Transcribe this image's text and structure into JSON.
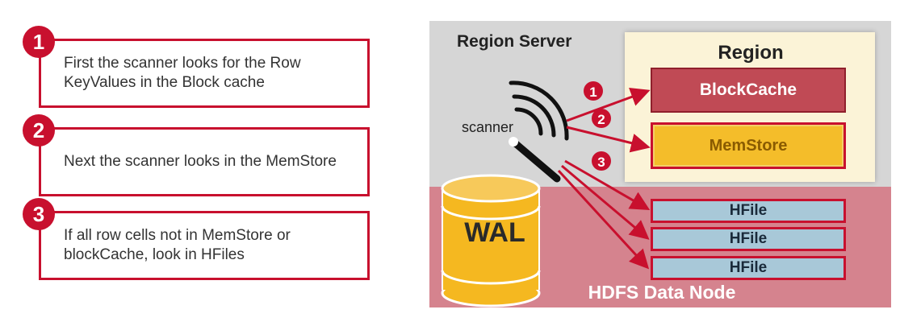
{
  "steps": [
    {
      "number": "1",
      "text": "First the scanner looks for the Row KeyValues in the Block cache"
    },
    {
      "number": "2",
      "text": "Next the scanner looks in the MemStore"
    },
    {
      "number": "3",
      "text": "If all row cells not in MemStore or blockCache, look in HFiles"
    }
  ],
  "diagram": {
    "region_server_label": "Region Server",
    "region_label": "Region",
    "blockcache_label": "BlockCache",
    "memstore_label": "MemStore",
    "hfile_labels": [
      "HFile",
      "HFile",
      "HFile"
    ],
    "hdfs_label": "HDFS Data Node",
    "scanner_label": "scanner",
    "wal_label": "WAL",
    "arrow_markers": [
      "1",
      "2",
      "3"
    ]
  },
  "colors": {
    "accent_red": "#c8102e",
    "server_gray": "#d6d6d6",
    "hdfs_pink": "#d5838e",
    "region_cream": "#fbf3d7",
    "blockcache_red": "#c04a55",
    "memstore_yellow": "#f4bd2a",
    "hfile_blue": "#a8c8d8",
    "wal_gold": "#f5b820"
  }
}
